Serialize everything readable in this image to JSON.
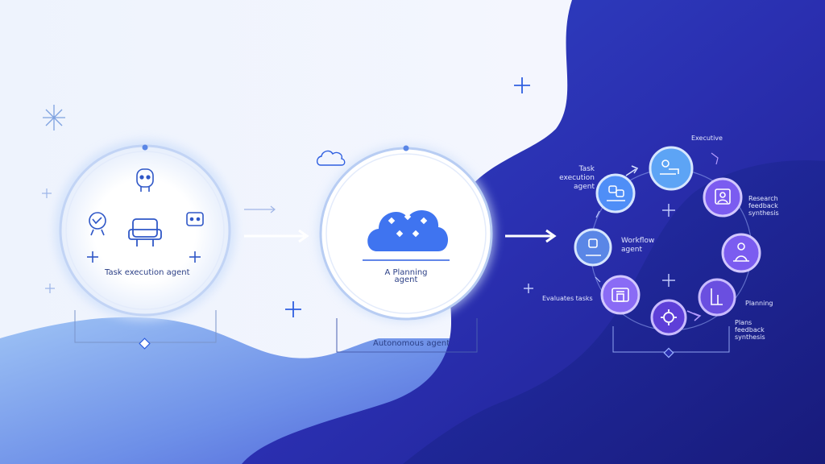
{
  "diagram": {
    "nodes": {
      "task_execution": {
        "label": "Task execution agent"
      },
      "planning": {
        "label": "A Planning\nagent"
      },
      "autonomous": {
        "label": "Autonomous agent"
      }
    },
    "cycle_labels": {
      "task": "Task\nexecution agent",
      "top": "Executive",
      "right_upper": "Research\nfeedback\nsynthesis",
      "workflow": "Workflow\nagent",
      "left_lower": "Evaluates tasks",
      "right_lower": "Planning",
      "bottom_right": "Plans\nfeedback\nsynthesis"
    },
    "colors": {
      "accent": "#2f5fe0",
      "cloud": "#3f74f0",
      "cycle_blue": "#4f8ef7",
      "cycle_purple": "#7b5cf0",
      "deep_navy": "#1d1f8a"
    }
  }
}
